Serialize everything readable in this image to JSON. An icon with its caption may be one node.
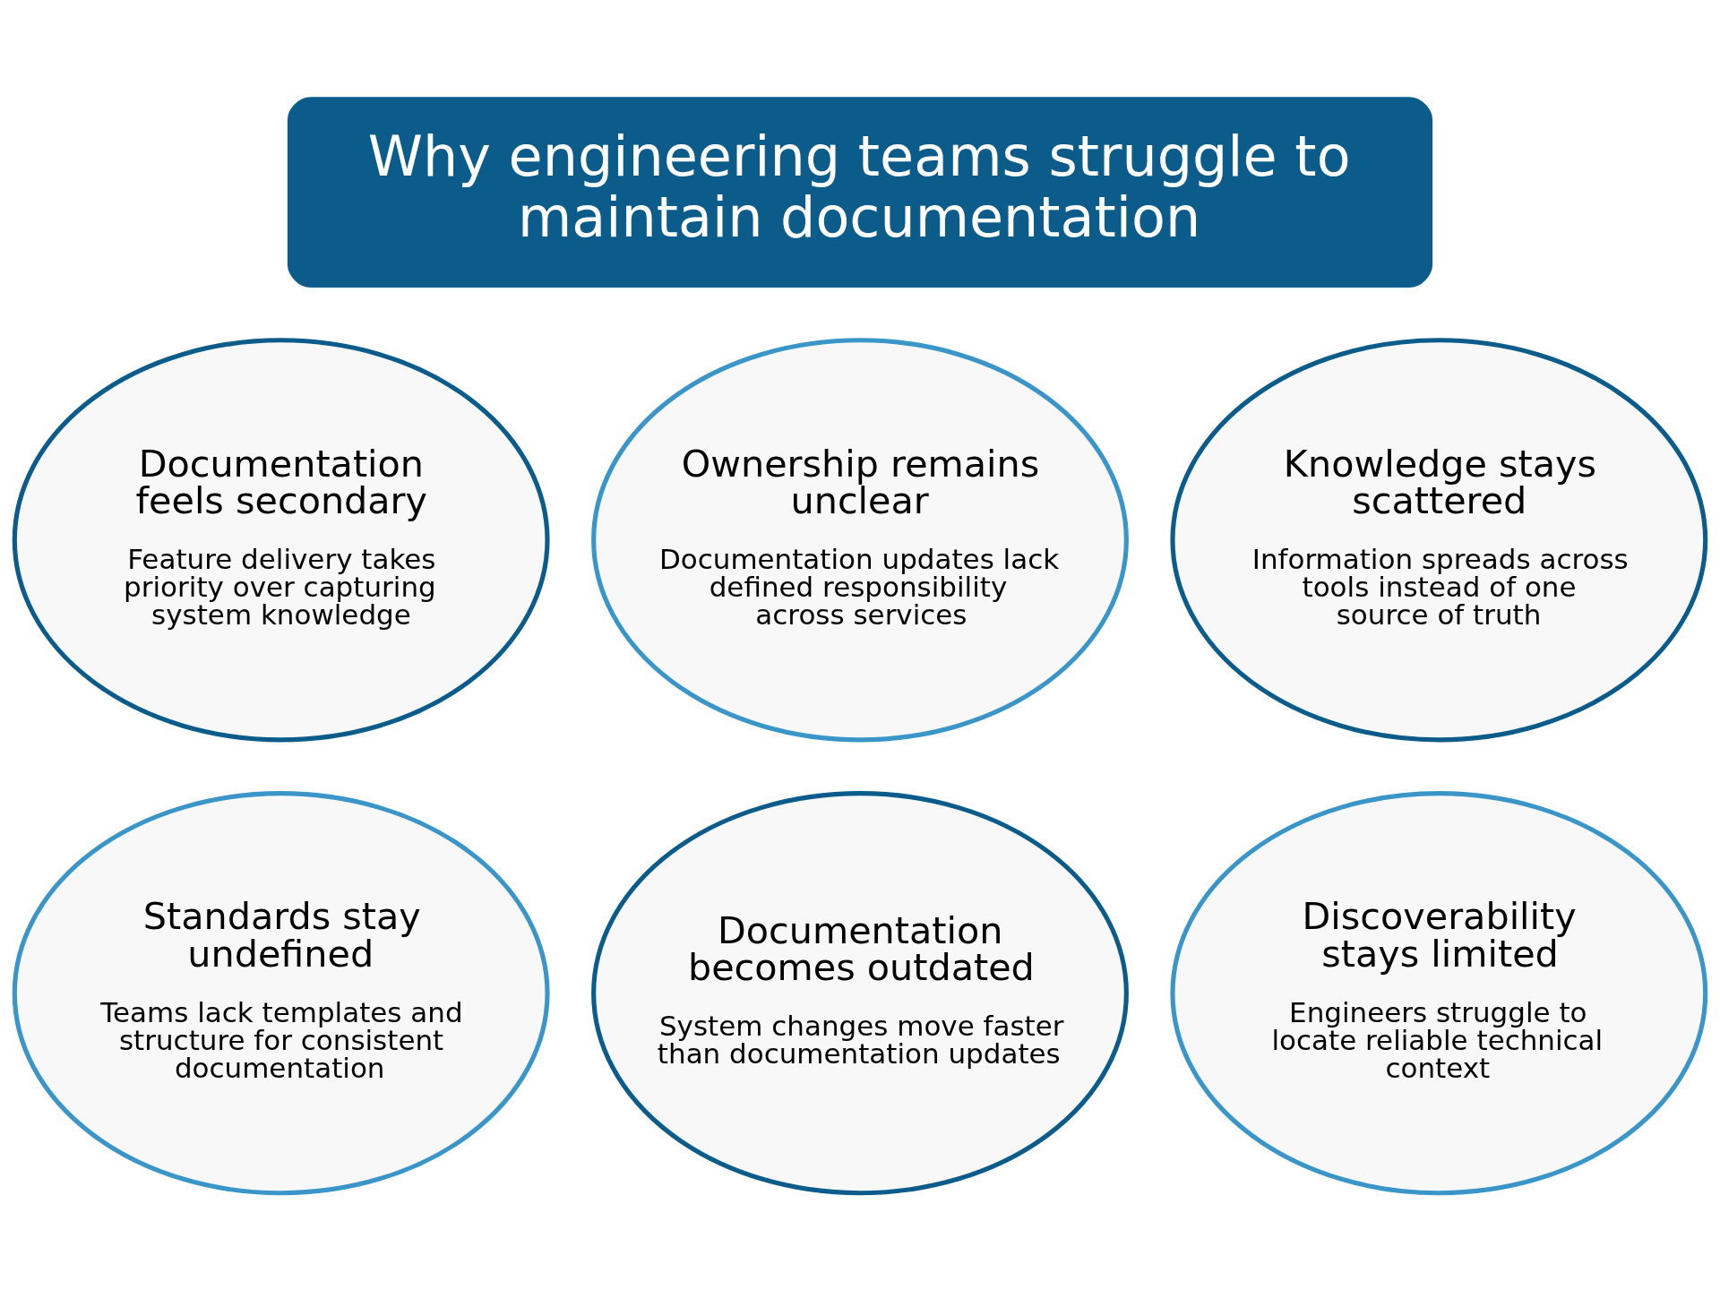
{
  "diagram": {
    "nodes": [
      {
        "text": [
          "Why engineering teams struggle to maintain documentation"
        ]
      },
      {
        "text": [
          "Documentation feels secondary",
          "Feature delivery takes priority over capturing system knowledge"
        ]
      },
      {
        "text": [
          "Ownership remains unclear",
          "Documentation updates lack defined responsibility across services"
        ]
      },
      {
        "text": [
          "Knowledge stays scattered",
          "Information spreads across tools instead of one source of truth"
        ]
      },
      {
        "text": [
          "Standards stay undefined",
          "Teams lack templates and structure for consistent documentation"
        ]
      },
      {
        "text": [
          "Documentation becomes outdated",
          "System changes move faster than documentation updates"
        ]
      },
      {
        "text": [
          "Discoverability stays limited",
          "Engineers struggle to locate reliable technical context"
        ]
      }
    ],
    "edges": []
  }
}
